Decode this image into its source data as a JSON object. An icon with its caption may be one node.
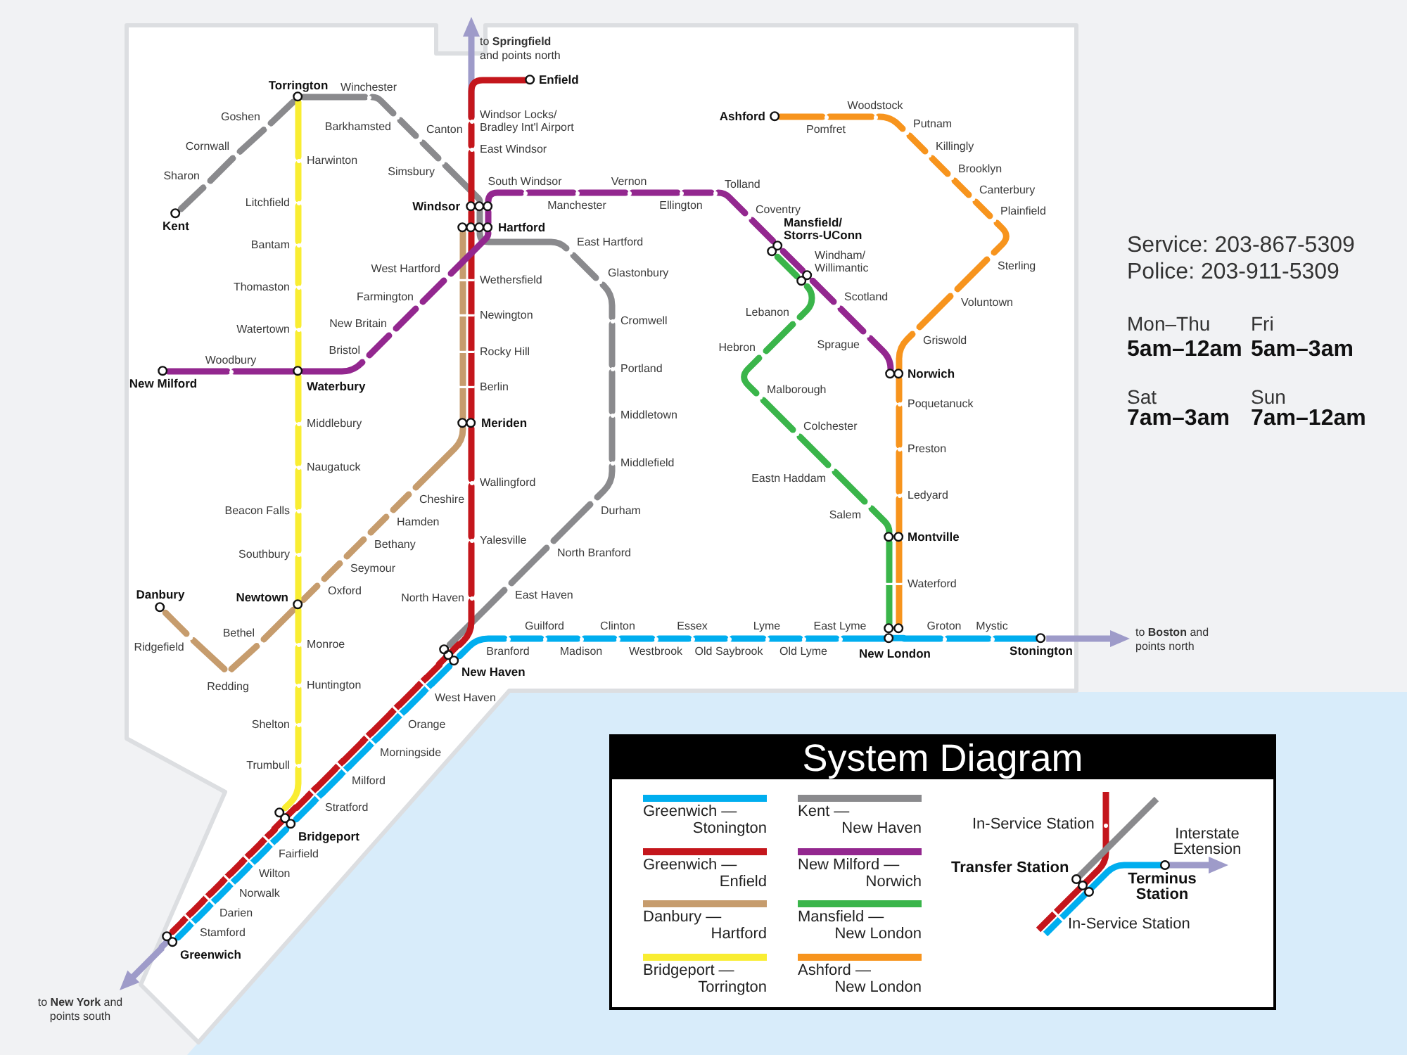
{
  "diagram": {
    "title": "System Diagram",
    "nodes": [
      {
        "text": [
          "Kent"
        ]
      },
      {
        "text": [
          "Sharon"
        ]
      },
      {
        "text": [
          "Cornwall"
        ]
      },
      {
        "text": [
          "Goshen"
        ]
      },
      {
        "text": [
          "Torrington"
        ]
      },
      {
        "text": [
          "Winchester"
        ]
      },
      {
        "text": [
          "Barkhamsted"
        ]
      },
      {
        "text": [
          "Canton"
        ]
      },
      {
        "text": [
          "Simsbury"
        ]
      },
      {
        "text": [
          "Windsor"
        ]
      },
      {
        "text": [
          "Hartford"
        ]
      },
      {
        "text": [
          "East Hartford"
        ]
      },
      {
        "text": [
          "Glastonbury"
        ]
      },
      {
        "text": [
          "Cromwell"
        ]
      },
      {
        "text": [
          "Portland"
        ]
      },
      {
        "text": [
          "Middletown"
        ]
      },
      {
        "text": [
          "Middlefield"
        ]
      },
      {
        "text": [
          "Durham"
        ]
      },
      {
        "text": [
          "North Branford"
        ]
      },
      {
        "text": [
          "East Haven"
        ]
      },
      {
        "text": [
          "New Haven"
        ]
      },
      {
        "text": [
          "Enfield"
        ]
      },
      {
        "text": [
          "Windsor Locks/ Bradley Int'l Airport"
        ]
      },
      {
        "text": [
          "East Windsor"
        ]
      },
      {
        "text": [
          "Wethersfield"
        ]
      },
      {
        "text": [
          "Newington"
        ]
      },
      {
        "text": [
          "Rocky Hill"
        ]
      },
      {
        "text": [
          "Berlin"
        ]
      },
      {
        "text": [
          "Meriden"
        ]
      },
      {
        "text": [
          "Wallingford"
        ]
      },
      {
        "text": [
          "Yalesville"
        ]
      },
      {
        "text": [
          "North Haven"
        ]
      },
      {
        "text": [
          "West Haven"
        ]
      },
      {
        "text": [
          "Orange"
        ]
      },
      {
        "text": [
          "Morningside"
        ]
      },
      {
        "text": [
          "Milford"
        ]
      },
      {
        "text": [
          "Stratford"
        ]
      },
      {
        "text": [
          "Bridgeport"
        ]
      },
      {
        "text": [
          "Fairfield"
        ]
      },
      {
        "text": [
          "Wilton"
        ]
      },
      {
        "text": [
          "Norwalk"
        ]
      },
      {
        "text": [
          "Darien"
        ]
      },
      {
        "text": [
          "Stamford"
        ]
      },
      {
        "text": [
          "Greenwich"
        ]
      },
      {
        "text": [
          "Danbury"
        ]
      },
      {
        "text": [
          "Ridgefield"
        ]
      },
      {
        "text": [
          "Redding"
        ]
      },
      {
        "text": [
          "Bethel"
        ]
      },
      {
        "text": [
          "Newtown"
        ]
      },
      {
        "text": [
          "Oxford"
        ]
      },
      {
        "text": [
          "Seymour"
        ]
      },
      {
        "text": [
          "Bethany"
        ]
      },
      {
        "text": [
          "Hamden"
        ]
      },
      {
        "text": [
          "Cheshire"
        ]
      },
      {
        "text": [
          "Harwinton"
        ]
      },
      {
        "text": [
          "Litchfield"
        ]
      },
      {
        "text": [
          "Bantam"
        ]
      },
      {
        "text": [
          "Thomaston"
        ]
      },
      {
        "text": [
          "Watertown"
        ]
      },
      {
        "text": [
          "Waterbury"
        ]
      },
      {
        "text": [
          "Middlebury"
        ]
      },
      {
        "text": [
          "Naugatuck"
        ]
      },
      {
        "text": [
          "Beacon Falls"
        ]
      },
      {
        "text": [
          "Southbury"
        ]
      },
      {
        "text": [
          "Monroe"
        ]
      },
      {
        "text": [
          "Huntington"
        ]
      },
      {
        "text": [
          "Shelton"
        ]
      },
      {
        "text": [
          "Trumbull"
        ]
      },
      {
        "text": [
          "New Milford"
        ]
      },
      {
        "text": [
          "Woodbury"
        ]
      },
      {
        "text": [
          "Bristol"
        ]
      },
      {
        "text": [
          "New Britain"
        ]
      },
      {
        "text": [
          "Farmington"
        ]
      },
      {
        "text": [
          "West Hartford"
        ]
      },
      {
        "text": [
          "South Windsor"
        ]
      },
      {
        "text": [
          "Manchester"
        ]
      },
      {
        "text": [
          "Vernon"
        ]
      },
      {
        "text": [
          "Ellington"
        ]
      },
      {
        "text": [
          "Tolland"
        ]
      },
      {
        "text": [
          "Coventry"
        ]
      },
      {
        "text": [
          "Mansfield/ Storrs-UConn"
        ]
      },
      {
        "text": [
          "Windham/ Willimantic"
        ]
      },
      {
        "text": [
          "Scotland"
        ]
      },
      {
        "text": [
          "Sprague"
        ]
      },
      {
        "text": [
          "Norwich"
        ]
      },
      {
        "text": [
          "Lebanon"
        ]
      },
      {
        "text": [
          "Hebron"
        ]
      },
      {
        "text": [
          "Malborough"
        ]
      },
      {
        "text": [
          "Colchester"
        ]
      },
      {
        "text": [
          "Eastn Haddam"
        ]
      },
      {
        "text": [
          "Salem"
        ]
      },
      {
        "text": [
          "Montville"
        ]
      },
      {
        "text": [
          "Waterford"
        ]
      },
      {
        "text": [
          "New London"
        ]
      },
      {
        "text": [
          "Ashford"
        ]
      },
      {
        "text": [
          "Pomfret"
        ]
      },
      {
        "text": [
          "Woodstock"
        ]
      },
      {
        "text": [
          "Putnam"
        ]
      },
      {
        "text": [
          "Killingly"
        ]
      },
      {
        "text": [
          "Brooklyn"
        ]
      },
      {
        "text": [
          "Canterbury"
        ]
      },
      {
        "text": [
          "Plainfield"
        ]
      },
      {
        "text": [
          "Sterling"
        ]
      },
      {
        "text": [
          "Voluntown"
        ]
      },
      {
        "text": [
          "Griswold"
        ]
      },
      {
        "text": [
          "Poquetanuck"
        ]
      },
      {
        "text": [
          "Preston"
        ]
      },
      {
        "text": [
          "Ledyard"
        ]
      },
      {
        "text": [
          "Branford"
        ]
      },
      {
        "text": [
          "Guilford"
        ]
      },
      {
        "text": [
          "Madison"
        ]
      },
      {
        "text": [
          "Clinton"
        ]
      },
      {
        "text": [
          "Westbrook"
        ]
      },
      {
        "text": [
          "Essex"
        ]
      },
      {
        "text": [
          "Old Saybrook"
        ]
      },
      {
        "text": [
          "Lyme"
        ]
      },
      {
        "text": [
          "Old Lyme"
        ]
      },
      {
        "text": [
          "East Lyme"
        ]
      },
      {
        "text": [
          "Groton"
        ]
      },
      {
        "text": [
          "Mystic"
        ]
      },
      {
        "text": [
          "Stonington"
        ]
      }
    ],
    "edges": [
      {
        "from": 0,
        "to": 1,
        "arrow": "none",
        "color": "#8a8a8d"
      },
      {
        "from": 1,
        "to": 2,
        "arrow": "none",
        "color": "#8a8a8d"
      },
      {
        "from": 2,
        "to": 3,
        "arrow": "none",
        "color": "#8a8a8d"
      },
      {
        "from": 3,
        "to": 4,
        "arrow": "none",
        "color": "#8a8a8d"
      },
      {
        "from": 4,
        "to": 5,
        "arrow": "none",
        "color": "#8a8a8d"
      },
      {
        "from": 5,
        "to": 6,
        "arrow": "none",
        "color": "#8a8a8d"
      },
      {
        "from": 6,
        "to": 7,
        "arrow": "none",
        "color": "#8a8a8d"
      },
      {
        "from": 7,
        "to": 8,
        "arrow": "none",
        "color": "#8a8a8d"
      },
      {
        "from": 8,
        "to": 9,
        "arrow": "none",
        "color": "#8a8a8d"
      },
      {
        "from": 9,
        "to": 10,
        "arrow": "none",
        "color": "#8a8a8d"
      },
      {
        "from": 10,
        "to": 11,
        "arrow": "none",
        "color": "#8a8a8d"
      },
      {
        "from": 11,
        "to": 12,
        "arrow": "none",
        "color": "#8a8a8d"
      },
      {
        "from": 12,
        "to": 13,
        "arrow": "none",
        "color": "#8a8a8d"
      },
      {
        "from": 13,
        "to": 14,
        "arrow": "none",
        "color": "#8a8a8d"
      },
      {
        "from": 14,
        "to": 15,
        "arrow": "none",
        "color": "#8a8a8d"
      },
      {
        "from": 15,
        "to": 16,
        "arrow": "none",
        "color": "#8a8a8d"
      },
      {
        "from": 16,
        "to": 17,
        "arrow": "none",
        "color": "#8a8a8d"
      },
      {
        "from": 17,
        "to": 18,
        "arrow": "none",
        "color": "#8a8a8d"
      },
      {
        "from": 18,
        "to": 19,
        "arrow": "none",
        "color": "#8a8a8d"
      },
      {
        "from": 19,
        "to": 20,
        "arrow": "none",
        "color": "#8a8a8d"
      },
      {
        "from": 21,
        "to": 22,
        "arrow": "none",
        "color": "#c4161c"
      },
      {
        "from": 22,
        "to": 23,
        "arrow": "none",
        "color": "#c4161c"
      },
      {
        "from": 23,
        "to": 9,
        "arrow": "none",
        "color": "#c4161c"
      },
      {
        "from": 9,
        "to": 10,
        "arrow": "none",
        "color": "#c4161c"
      },
      {
        "from": 10,
        "to": 24,
        "arrow": "none",
        "color": "#c4161c"
      },
      {
        "from": 24,
        "to": 25,
        "arrow": "none",
        "color": "#c4161c"
      },
      {
        "from": 25,
        "to": 26,
        "arrow": "none",
        "color": "#c4161c"
      },
      {
        "from": 26,
        "to": 27,
        "arrow": "none",
        "color": "#c4161c"
      },
      {
        "from": 27,
        "to": 28,
        "arrow": "none",
        "color": "#c4161c"
      },
      {
        "from": 28,
        "to": 29,
        "arrow": "none",
        "color": "#c4161c"
      },
      {
        "from": 29,
        "to": 30,
        "arrow": "none",
        "color": "#c4161c"
      },
      {
        "from": 30,
        "to": 31,
        "arrow": "none",
        "color": "#c4161c"
      },
      {
        "from": 31,
        "to": 20,
        "arrow": "none",
        "color": "#c4161c"
      },
      {
        "from": 20,
        "to": 32,
        "arrow": "none",
        "color": "#c4161c"
      },
      {
        "from": 32,
        "to": 33,
        "arrow": "none",
        "color": "#c4161c"
      },
      {
        "from": 33,
        "to": 34,
        "arrow": "none",
        "color": "#c4161c"
      },
      {
        "from": 34,
        "to": 35,
        "arrow": "none",
        "color": "#c4161c"
      },
      {
        "from": 35,
        "to": 36,
        "arrow": "none",
        "color": "#c4161c"
      },
      {
        "from": 36,
        "to": 37,
        "arrow": "none",
        "color": "#c4161c"
      },
      {
        "from": 37,
        "to": 38,
        "arrow": "none",
        "color": "#c4161c"
      },
      {
        "from": 38,
        "to": 39,
        "arrow": "none",
        "color": "#c4161c"
      },
      {
        "from": 39,
        "to": 40,
        "arrow": "none",
        "color": "#c4161c"
      },
      {
        "from": 40,
        "to": 41,
        "arrow": "none",
        "color": "#c4161c"
      },
      {
        "from": 41,
        "to": 42,
        "arrow": "none",
        "color": "#c4161c"
      },
      {
        "from": 42,
        "to": 43,
        "arrow": "none",
        "color": "#c4161c"
      },
      {
        "from": 44,
        "to": 45,
        "arrow": "none",
        "color": "#c69c6d"
      },
      {
        "from": 45,
        "to": 46,
        "arrow": "none",
        "color": "#c69c6d"
      },
      {
        "from": 46,
        "to": 47,
        "arrow": "none",
        "color": "#c69c6d"
      },
      {
        "from": 47,
        "to": 48,
        "arrow": "none",
        "color": "#c69c6d"
      },
      {
        "from": 48,
        "to": 49,
        "arrow": "none",
        "color": "#c69c6d"
      },
      {
        "from": 49,
        "to": 50,
        "arrow": "none",
        "color": "#c69c6d"
      },
      {
        "from": 50,
        "to": 51,
        "arrow": "none",
        "color": "#c69c6d"
      },
      {
        "from": 51,
        "to": 52,
        "arrow": "none",
        "color": "#c69c6d"
      },
      {
        "from": 52,
        "to": 53,
        "arrow": "none",
        "color": "#c69c6d"
      },
      {
        "from": 53,
        "to": 28,
        "arrow": "none",
        "color": "#c69c6d"
      },
      {
        "from": 28,
        "to": 27,
        "arrow": "none",
        "color": "#c69c6d"
      },
      {
        "from": 27,
        "to": 26,
        "arrow": "none",
        "color": "#c69c6d"
      },
      {
        "from": 26,
        "to": 25,
        "arrow": "none",
        "color": "#c69c6d"
      },
      {
        "from": 25,
        "to": 24,
        "arrow": "none",
        "color": "#c69c6d"
      },
      {
        "from": 24,
        "to": 10,
        "arrow": "none",
        "color": "#c69c6d"
      },
      {
        "from": 4,
        "to": 54,
        "arrow": "none",
        "color": "#f9ed32"
      },
      {
        "from": 54,
        "to": 55,
        "arrow": "none",
        "color": "#f9ed32"
      },
      {
        "from": 55,
        "to": 56,
        "arrow": "none",
        "color": "#f9ed32"
      },
      {
        "from": 56,
        "to": 57,
        "arrow": "none",
        "color": "#f9ed32"
      },
      {
        "from": 57,
        "to": 58,
        "arrow": "none",
        "color": "#f9ed32"
      },
      {
        "from": 58,
        "to": 59,
        "arrow": "none",
        "color": "#f9ed32"
      },
      {
        "from": 59,
        "to": 60,
        "arrow": "none",
        "color": "#f9ed32"
      },
      {
        "from": 60,
        "to": 61,
        "arrow": "none",
        "color": "#f9ed32"
      },
      {
        "from": 61,
        "to": 62,
        "arrow": "none",
        "color": "#f9ed32"
      },
      {
        "from": 62,
        "to": 63,
        "arrow": "none",
        "color": "#f9ed32"
      },
      {
        "from": 63,
        "to": 48,
        "arrow": "none",
        "color": "#f9ed32"
      },
      {
        "from": 48,
        "to": 64,
        "arrow": "none",
        "color": "#f9ed32"
      },
      {
        "from": 64,
        "to": 65,
        "arrow": "none",
        "color": "#f9ed32"
      },
      {
        "from": 65,
        "to": 66,
        "arrow": "none",
        "color": "#f9ed32"
      },
      {
        "from": 66,
        "to": 67,
        "arrow": "none",
        "color": "#f9ed32"
      },
      {
        "from": 67,
        "to": 37,
        "arrow": "none",
        "color": "#f9ed32"
      },
      {
        "from": 68,
        "to": 69,
        "arrow": "none",
        "color": "#93278f"
      },
      {
        "from": 69,
        "to": 59,
        "arrow": "none",
        "color": "#93278f"
      },
      {
        "from": 59,
        "to": 70,
        "arrow": "none",
        "color": "#93278f"
      },
      {
        "from": 70,
        "to": 71,
        "arrow": "none",
        "color": "#93278f"
      },
      {
        "from": 71,
        "to": 72,
        "arrow": "none",
        "color": "#93278f"
      },
      {
        "from": 72,
        "to": 73,
        "arrow": "none",
        "color": "#93278f"
      },
      {
        "from": 73,
        "to": 10,
        "arrow": "none",
        "color": "#93278f"
      },
      {
        "from": 10,
        "to": 9,
        "arrow": "none",
        "color": "#93278f"
      },
      {
        "from": 9,
        "to": 74,
        "arrow": "none",
        "color": "#93278f"
      },
      {
        "from": 74,
        "to": 75,
        "arrow": "none",
        "color": "#93278f"
      },
      {
        "from": 75,
        "to": 76,
        "arrow": "none",
        "color": "#93278f"
      },
      {
        "from": 76,
        "to": 77,
        "arrow": "none",
        "color": "#93278f"
      },
      {
        "from": 77,
        "to": 78,
        "arrow": "none",
        "color": "#93278f"
      },
      {
        "from": 78,
        "to": 79,
        "arrow": "none",
        "color": "#93278f"
      },
      {
        "from": 79,
        "to": 80,
        "arrow": "none",
        "color": "#93278f"
      },
      {
        "from": 80,
        "to": 81,
        "arrow": "none",
        "color": "#93278f"
      },
      {
        "from": 81,
        "to": 82,
        "arrow": "none",
        "color": "#93278f"
      },
      {
        "from": 82,
        "to": 83,
        "arrow": "none",
        "color": "#93278f"
      },
      {
        "from": 83,
        "to": 84,
        "arrow": "none",
        "color": "#93278f"
      },
      {
        "from": 80,
        "to": 81,
        "arrow": "none",
        "color": "#3ab54a"
      },
      {
        "from": 81,
        "to": 85,
        "arrow": "none",
        "color": "#3ab54a"
      },
      {
        "from": 85,
        "to": 86,
        "arrow": "none",
        "color": "#3ab54a"
      },
      {
        "from": 86,
        "to": 87,
        "arrow": "none",
        "color": "#3ab54a"
      },
      {
        "from": 87,
        "to": 88,
        "arrow": "none",
        "color": "#3ab54a"
      },
      {
        "from": 88,
        "to": 89,
        "arrow": "none",
        "color": "#3ab54a"
      },
      {
        "from": 89,
        "to": 90,
        "arrow": "none",
        "color": "#3ab54a"
      },
      {
        "from": 90,
        "to": 91,
        "arrow": "none",
        "color": "#3ab54a"
      },
      {
        "from": 91,
        "to": 92,
        "arrow": "none",
        "color": "#3ab54a"
      },
      {
        "from": 92,
        "to": 93,
        "arrow": "none",
        "color": "#3ab54a"
      },
      {
        "from": 94,
        "to": 95,
        "arrow": "none",
        "color": "#f7941d"
      },
      {
        "from": 95,
        "to": 96,
        "arrow": "none",
        "color": "#f7941d"
      },
      {
        "from": 96,
        "to": 97,
        "arrow": "none",
        "color": "#f7941d"
      },
      {
        "from": 97,
        "to": 98,
        "arrow": "none",
        "color": "#f7941d"
      },
      {
        "from": 98,
        "to": 99,
        "arrow": "none",
        "color": "#f7941d"
      },
      {
        "from": 99,
        "to": 100,
        "arrow": "none",
        "color": "#f7941d"
      },
      {
        "from": 100,
        "to": 101,
        "arrow": "none",
        "color": "#f7941d"
      },
      {
        "from": 101,
        "to": 102,
        "arrow": "none",
        "color": "#f7941d"
      },
      {
        "from": 102,
        "to": 103,
        "arrow": "none",
        "color": "#f7941d"
      },
      {
        "from": 103,
        "to": 104,
        "arrow": "none",
        "color": "#f7941d"
      },
      {
        "from": 104,
        "to": 84,
        "arrow": "none",
        "color": "#f7941d"
      },
      {
        "from": 84,
        "to": 105,
        "arrow": "none",
        "color": "#f7941d"
      },
      {
        "from": 105,
        "to": 106,
        "arrow": "none",
        "color": "#f7941d"
      },
      {
        "from": 106,
        "to": 107,
        "arrow": "none",
        "color": "#f7941d"
      },
      {
        "from": 107,
        "to": 91,
        "arrow": "none",
        "color": "#f7941d"
      },
      {
        "from": 91,
        "to": 92,
        "arrow": "none",
        "color": "#f7941d"
      },
      {
        "from": 92,
        "to": 93,
        "arrow": "none",
        "color": "#f7941d"
      },
      {
        "from": 43,
        "to": 42,
        "arrow": "none",
        "color": "#00aeef"
      },
      {
        "from": 42,
        "to": 41,
        "arrow": "none",
        "color": "#00aeef"
      },
      {
        "from": 41,
        "to": 40,
        "arrow": "none",
        "color": "#00aeef"
      },
      {
        "from": 40,
        "to": 39,
        "arrow": "none",
        "color": "#00aeef"
      },
      {
        "from": 39,
        "to": 38,
        "arrow": "none",
        "color": "#00aeef"
      },
      {
        "from": 38,
        "to": 37,
        "arrow": "none",
        "color": "#00aeef"
      },
      {
        "from": 37,
        "to": 36,
        "arrow": "none",
        "color": "#00aeef"
      },
      {
        "from": 36,
        "to": 35,
        "arrow": "none",
        "color": "#00aeef"
      },
      {
        "from": 35,
        "to": 34,
        "arrow": "none",
        "color": "#00aeef"
      },
      {
        "from": 34,
        "to": 33,
        "arrow": "none",
        "color": "#00aeef"
      },
      {
        "from": 33,
        "to": 32,
        "arrow": "none",
        "color": "#00aeef"
      },
      {
        "from": 32,
        "to": 20,
        "arrow": "none",
        "color": "#00aeef"
      },
      {
        "from": 20,
        "to": 108,
        "arrow": "none",
        "color": "#00aeef"
      },
      {
        "from": 108,
        "to": 109,
        "arrow": "none",
        "color": "#00aeef"
      },
      {
        "from": 109,
        "to": 110,
        "arrow": "none",
        "color": "#00aeef"
      },
      {
        "from": 110,
        "to": 111,
        "arrow": "none",
        "color": "#00aeef"
      },
      {
        "from": 111,
        "to": 112,
        "arrow": "none",
        "color": "#00aeef"
      },
      {
        "from": 112,
        "to": 113,
        "arrow": "none",
        "color": "#00aeef"
      },
      {
        "from": 113,
        "to": 114,
        "arrow": "none",
        "color": "#00aeef"
      },
      {
        "from": 114,
        "to": 115,
        "arrow": "none",
        "color": "#00aeef"
      },
      {
        "from": 115,
        "to": 116,
        "arrow": "none",
        "color": "#00aeef"
      },
      {
        "from": 116,
        "to": 117,
        "arrow": "none",
        "color": "#00aeef"
      },
      {
        "from": 117,
        "to": 93,
        "arrow": "none",
        "color": "#00aeef"
      },
      {
        "from": 93,
        "to": 118,
        "arrow": "none",
        "color": "#00aeef"
      },
      {
        "from": 118,
        "to": 119,
        "arrow": "none",
        "color": "#00aeef"
      },
      {
        "from": 119,
        "to": 120,
        "arrow": "none",
        "color": "#00aeef"
      },
      {
        "from": 22,
        "to": null,
        "arrow": "to",
        "label": "to **Springfield** and points north",
        "color": "#9e9bc9"
      },
      {
        "from": 120,
        "to": null,
        "arrow": "to",
        "label": "to **Boston** and points north",
        "color": "#9e9bc9"
      },
      {
        "from": 43,
        "to": null,
        "arrow": "to",
        "label": "to **New York** and points south",
        "color": "#9e9bc9"
      }
    ],
    "labels": [
      "Service: 203-867-5309",
      "Police: 203-911-5309",
      "Mon–Thu",
      "Fri",
      "5am–12am",
      "5am–3am",
      "Sat",
      "Sun",
      "7am–3am",
      "7am–12am"
    ],
    "legend": [
      {
        "text": "Greenwich — Stonington",
        "color": "#00aeef"
      },
      {
        "text": "Kent — New Haven",
        "color": "#8a8a8d"
      },
      {
        "text": "Greenwich — Enfield",
        "color": "#c4161c"
      },
      {
        "text": "New Milford — Norwich",
        "color": "#93278f"
      },
      {
        "text": "Danbury — Hartford",
        "color": "#c69c6d"
      },
      {
        "text": "Mansfield — New London",
        "color": "#3ab54a"
      },
      {
        "text": "Bridgeport — Torrington",
        "color": "#f9ed32"
      },
      {
        "text": "Ashford — New London",
        "color": "#f7941d"
      },
      {
        "text": "In-Service Station"
      },
      {
        "text": "Interstate Extension"
      },
      {
        "text": "Transfer Station"
      },
      {
        "text": "Terminus Station"
      },
      {
        "text": "In-Service Station"
      }
    ]
  }
}
